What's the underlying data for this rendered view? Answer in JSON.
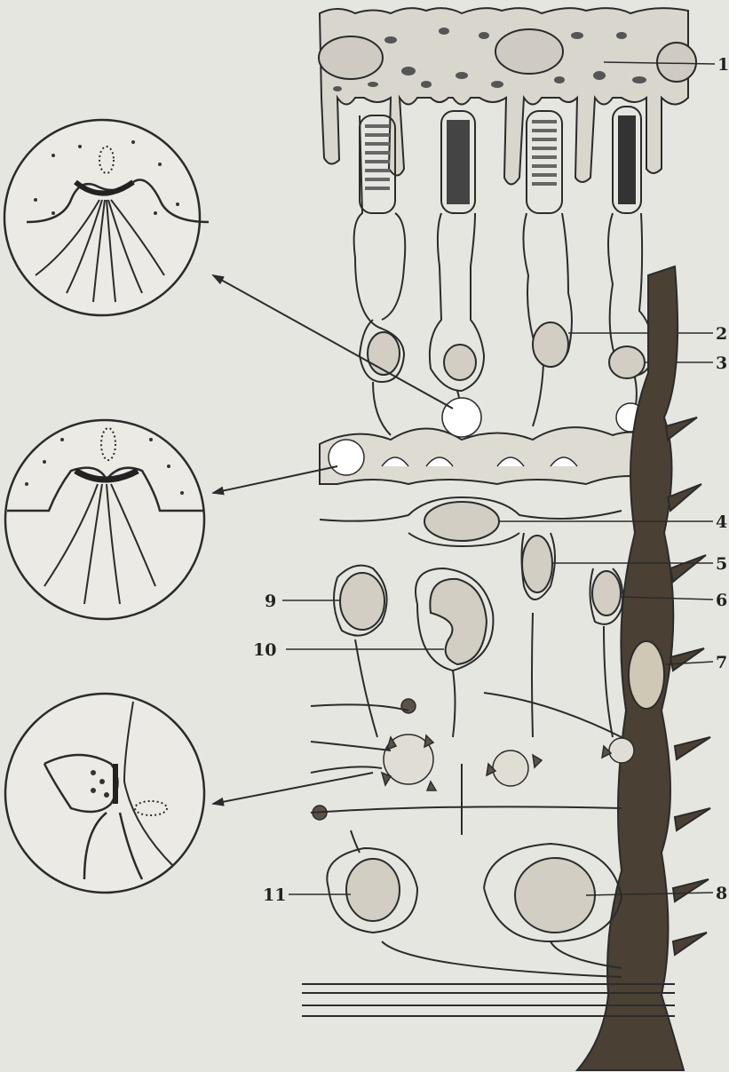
{
  "figure": {
    "background": "#e6e6e1",
    "ink": "#2b2b2b",
    "stipple": "#555555",
    "glia_fill": "#4a4034",
    "pigment_fill": "#8a7f70"
  },
  "labels": {
    "l1": "1",
    "l2": "2",
    "l3": "3",
    "l4": "4",
    "l5": "5",
    "l6": "6",
    "l7": "7",
    "l8": "8",
    "l9": "9",
    "l10": "10",
    "l11": "11"
  }
}
